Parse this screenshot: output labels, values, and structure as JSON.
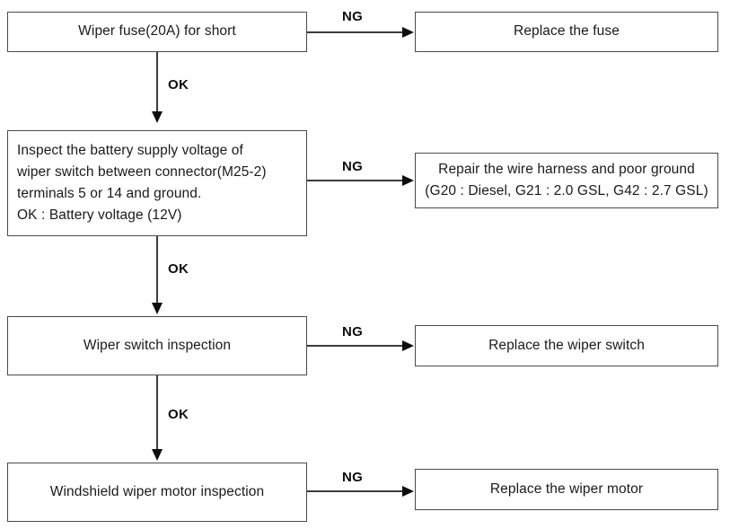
{
  "diagram": {
    "title": "Wiper system troubleshooting flowchart",
    "colors": {
      "box_border": "#4a4a4a",
      "connector": "#3c3c3c",
      "arrow_head": "#0d0d0d",
      "text": "#1a1a1a",
      "background": "#ffffff"
    },
    "steps": [
      {
        "id": "step-1",
        "text": "Wiper fuse(20A) for short",
        "fail_label": "NG",
        "pass_label": "OK",
        "result": "Replace the fuse"
      },
      {
        "id": "step-2",
        "text": "Inspect the battery supply voltage of\nwiper switch between connector(M25-2)\nterminals 5 or 14 and ground.\nOK : Battery voltage (12V)",
        "fail_label": "NG",
        "pass_label": "OK",
        "result": "Repair the wire harness and poor ground\n(G20 : Diesel, G21 : 2.0 GSL, G42 : 2.7 GSL)"
      },
      {
        "id": "step-3",
        "text": "Wiper switch inspection",
        "fail_label": "NG",
        "pass_label": "OK",
        "result": "Replace the wiper switch"
      },
      {
        "id": "step-4",
        "text": "Windshield wiper motor inspection",
        "fail_label": "NG",
        "pass_label": "",
        "result": "Replace the wiper motor"
      }
    ]
  }
}
